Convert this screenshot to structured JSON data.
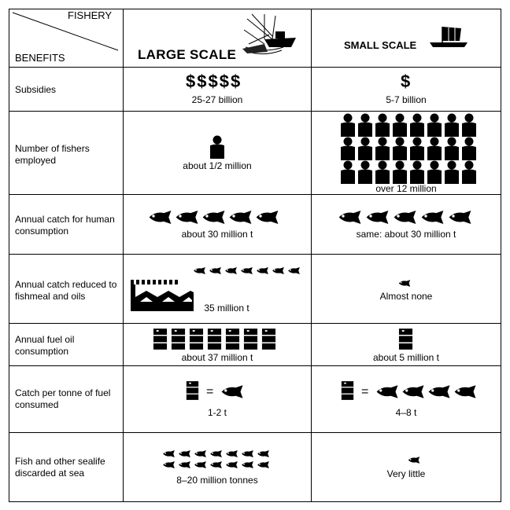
{
  "header": {
    "corner_top": "FISHERY",
    "corner_bottom": "BENEFITS",
    "large_title": "LARGE SCALE",
    "small_title": "SMALL SCALE",
    "large_icon": "industrial-fishing-ship-icon",
    "small_icon": "sailing-boat-icon"
  },
  "rows": [
    {
      "label": "Subsidies",
      "large": {
        "symbols": "$$$$$",
        "text": "25-27 billion"
      },
      "small": {
        "symbols": "$",
        "text": "5-7 billion"
      }
    },
    {
      "label": "Number of fishers employed",
      "large": {
        "icon": "person-icon",
        "count": 1,
        "text": "about 1/2 million"
      },
      "small": {
        "icon": "person-icon",
        "count": 24,
        "text": "over 12 million"
      }
    },
    {
      "label": "Annual catch for human consumption",
      "large": {
        "icon": "fish-icon",
        "count": 5,
        "text": "about 30 million t"
      },
      "small": {
        "icon": "fish-icon",
        "count": 5,
        "text": "same: about 30 million t"
      }
    },
    {
      "label": "Annual catch reduced to fishmeal and oils",
      "large": {
        "icon": "fish-icon",
        "count": 7,
        "factory_icon": "factory-icon",
        "text": "35 million t"
      },
      "small": {
        "icon": "fish-icon",
        "count": 1,
        "text": "Almost none"
      }
    },
    {
      "label": "Annual fuel oil consumption",
      "large": {
        "icon": "oil-barrel-icon",
        "count": 7,
        "text": "about 37 million t"
      },
      "small": {
        "icon": "oil-barrel-icon",
        "count": 1,
        "text": "about 5 million t"
      }
    },
    {
      "label": "Catch per tonne of fuel consumed",
      "large": {
        "equation": "=",
        "fish_count": 1,
        "text": "1-2 t"
      },
      "small": {
        "equation": "=",
        "fish_count": 4,
        "text": "4–8 t"
      }
    },
    {
      "label": "Fish and other sealife discarded at sea",
      "large": {
        "icon": "fish-icon",
        "count": 14,
        "text": "8–20 million tonnes"
      },
      "small": {
        "icon": "fish-icon",
        "count": 1,
        "text": "Very little"
      }
    }
  ]
}
